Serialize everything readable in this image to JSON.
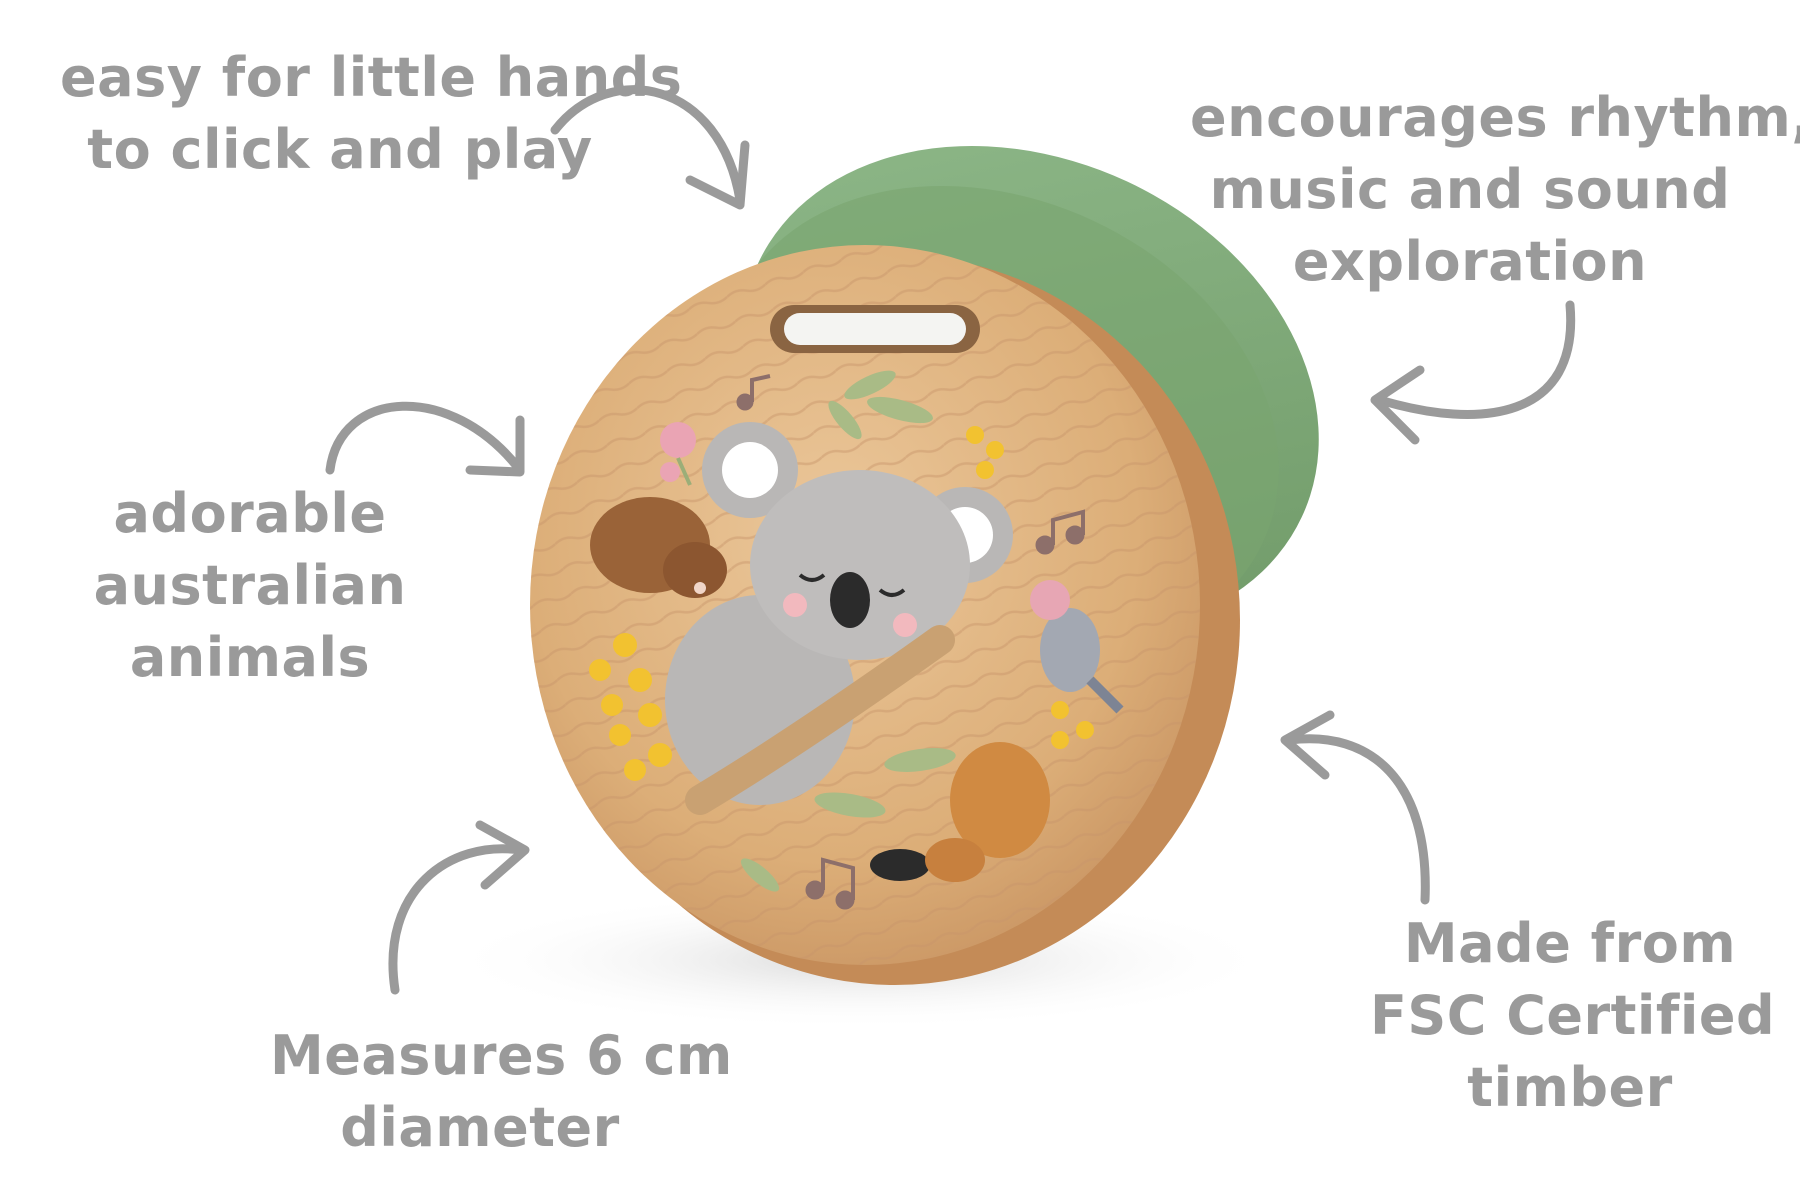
{
  "callouts": {
    "top_left": [
      "easy for little hands",
      "to click and play"
    ],
    "top_right": [
      "encourages rhythm,",
      "music and sound",
      "exploration"
    ],
    "middle_left": [
      "adorable",
      "australian",
      "animals"
    ],
    "bottom_left": [
      "Measures 6 cm",
      "diameter"
    ],
    "bottom_right": [
      "Made from",
      "FSC Certified",
      "timber"
    ]
  },
  "colors": {
    "text": "#9a9a9a",
    "arrow": "#9a9a9a",
    "wood": "#e2b887",
    "green_rim": "#7eaa72",
    "koala": "#b9b7b6"
  },
  "icons": [
    "koala-illustration",
    "wombat-illustration",
    "platypus-illustration",
    "galah-bird-illustration",
    "music-note-icon",
    "wattle-flower-icon",
    "eucalyptus-leaf-icon"
  ]
}
